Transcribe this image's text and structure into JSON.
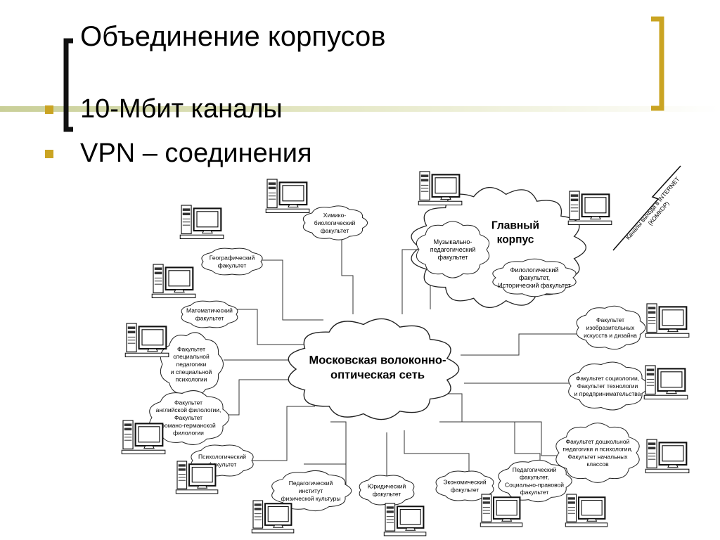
{
  "slide": {
    "title": "Объединение корпусов",
    "bullets": [
      "10-Мбит каналы",
      "VPN – соединения"
    ]
  },
  "colors": {
    "accent": "#caa423",
    "bar": "#c9cf98"
  },
  "diagram": {
    "center": [
      "Московская волоконно-",
      "оптическая сеть"
    ],
    "main_building": {
      "title": [
        "Главный",
        "корпус"
      ],
      "units": [
        {
          "lines": [
            "Музыкально-",
            "педагогический",
            "факультет"
          ]
        },
        {
          "lines": [
            "Филологический",
            "факультет,",
            "Исторический факультет"
          ]
        }
      ]
    },
    "internet_label": [
      "Каналы выхода в INTERNET",
      "(КОМКОР)"
    ],
    "nodes": [
      {
        "lines": [
          "Химико-",
          "биологический",
          "факультет"
        ]
      },
      {
        "lines": [
          "Географический",
          "факультет"
        ]
      },
      {
        "lines": [
          "Математический",
          "факультет"
        ]
      },
      {
        "lines": [
          "Факультет",
          "специальной",
          "педагогики",
          "и специальной",
          "психологии"
        ]
      },
      {
        "lines": [
          "Факультет",
          "английской филологии,",
          "Факультет",
          "романо-германской",
          "филологии"
        ]
      },
      {
        "lines": [
          "Психологический",
          "факультет"
        ]
      },
      {
        "lines": [
          "Педагогический",
          "институт",
          "физической культуры"
        ]
      },
      {
        "lines": [
          "Юридический",
          "факультет"
        ]
      },
      {
        "lines": [
          "Экономический",
          "факультет"
        ]
      },
      {
        "lines": [
          "Педагогический",
          "факультет,",
          "Социально-правовой",
          "факультет"
        ]
      },
      {
        "lines": [
          "Факультет дошкольной",
          "педагогики и психологии,",
          "Факультет начальных",
          "классов"
        ]
      },
      {
        "lines": [
          "Факультет социологии,",
          "Факультет технологии",
          "и предпринимательства"
        ]
      },
      {
        "lines": [
          "Факультет",
          "изобразительных",
          "искусств  и дизайна"
        ]
      }
    ]
  }
}
